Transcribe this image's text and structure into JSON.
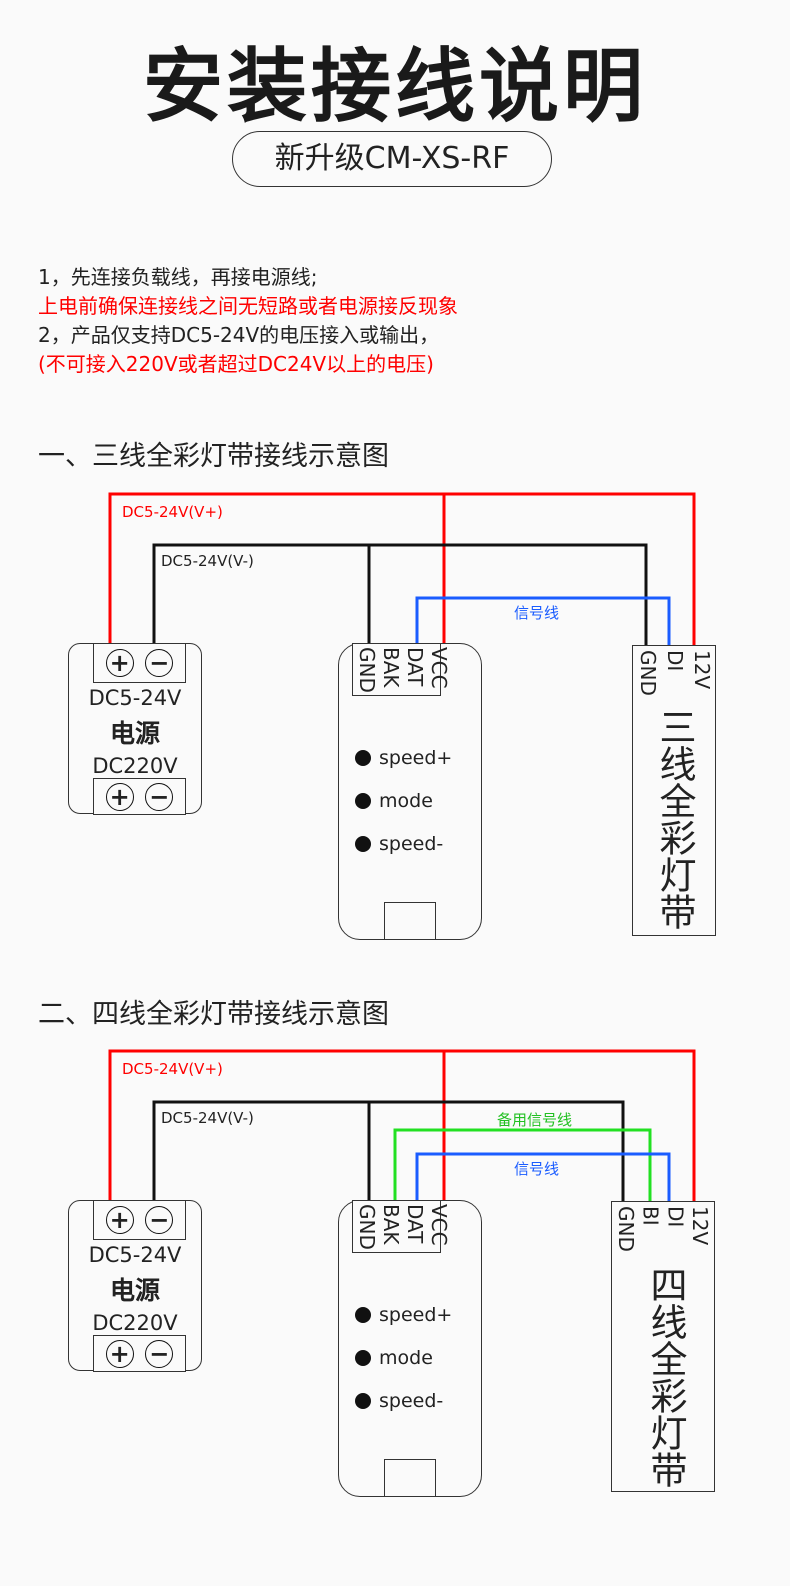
{
  "title": "安装接线说明",
  "subtitle": "新升级CM-XS-RF",
  "notes": [
    {
      "text": "1，先连接负载线，再接电源线;",
      "color": "#222222"
    },
    {
      "text": "上电前确保连接线之间无短路或者电源接反现象",
      "color": "#ff0000"
    },
    {
      "text": "2，产品仅支持DC5-24V的电压接入或输出，",
      "color": "#222222"
    },
    {
      "text": "(不可接入220V或者超过DC24V以上的电压)",
      "color": "#ff0000"
    }
  ],
  "colors": {
    "vplus": "#ff0000",
    "vminus": "#111111",
    "signal": "#1a5cff",
    "backup_signal": "#22e022"
  },
  "diagram1": {
    "heading": "一、三线全彩灯带接线示意图",
    "vplus_label": "DC5-24V(V+)",
    "vminus_label": "DC5-24V(V-)",
    "signal_label": "信号线",
    "power": {
      "plus": "+",
      "minus": "−",
      "out": "DC5-24V",
      "name": "电源",
      "in": "DC220V"
    },
    "controller": {
      "pins": [
        "GND",
        "BAK",
        "DAT",
        "VCC"
      ],
      "buttons": [
        "speed+",
        "mode",
        "speed-"
      ]
    },
    "strip": {
      "pins": [
        "GND",
        "DI",
        "12V"
      ],
      "name": "三线全彩灯带"
    }
  },
  "diagram2": {
    "heading": "二、四线全彩灯带接线示意图",
    "vplus_label": "DC5-24V(V+)",
    "vminus_label": "DC5-24V(V-)",
    "backup_label": "备用信号线",
    "signal_label": "信号线",
    "power": {
      "plus": "+",
      "minus": "−",
      "out": "DC5-24V",
      "name": "电源",
      "in": "DC220V"
    },
    "controller": {
      "pins": [
        "GND",
        "BAK",
        "DAT",
        "VCC"
      ],
      "buttons": [
        "speed+",
        "mode",
        "speed-"
      ]
    },
    "strip": {
      "pins": [
        "GND",
        "BI",
        "DI",
        "12V"
      ],
      "name": "四线全彩灯带"
    }
  }
}
